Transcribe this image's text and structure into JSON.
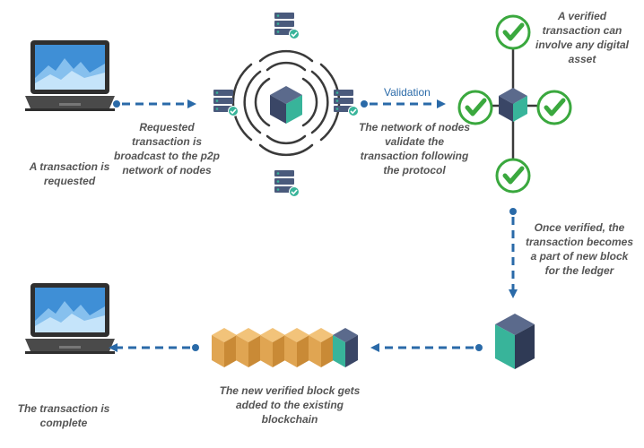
{
  "captions": {
    "tx_requested": "A transaction is requested",
    "broadcast": "Requested transaction is broadcast to the p2p network of nodes",
    "validation_label": "Validation",
    "nodes_validate": "The network of nodes validate the transaction following the protocol",
    "verified_any_asset": "A verified transaction can involve any digital asset",
    "becomes_block": "Once verified, the transaction becomes a part of new block for the ledger",
    "block_added": "The new verified block gets added to the existing blockchain",
    "tx_complete": "The transaction is complete"
  },
  "colors": {
    "arrow": "#2a6aa8",
    "cube_top": "#5b6a8c",
    "cube_left": "#3a4666",
    "cube_right": "#38b49a",
    "gold_light": "#f2c37a",
    "gold_mid": "#e0a552",
    "gold_dark": "#c98a36",
    "check_green": "#3aa83e",
    "laptop_dark": "#2f2f2f",
    "screen_blue": "#3f8fd6",
    "server_dark": "#4a5a7c"
  }
}
